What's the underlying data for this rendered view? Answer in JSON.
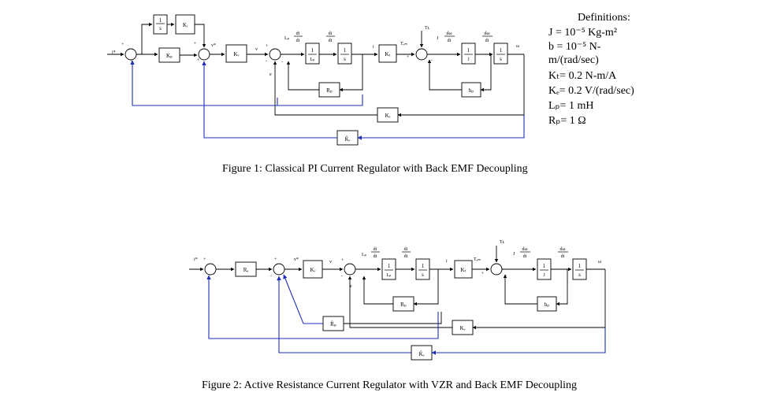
{
  "definitions": {
    "heading": "Definitions:",
    "items": [
      "J  = 10⁻⁵ Kg-m²",
      "b  = 10⁻⁵ N-",
      "m/(rad/sec)",
      "Kₜ=  0.2 N-m/A",
      "Kₑ=  0.2 V/(rad/sec)",
      "Lₚ=  1 mH",
      "Rₚ=  1 Ω"
    ]
  },
  "fig1": {
    "caption": "Figure 1:  Classical PI Current Regulator with Back EMF Decoupling",
    "signals": {
      "i_ref": "i*",
      "v_ref": "v*",
      "v": "v",
      "e": "e",
      "lp": "Lₚ",
      "i": "i",
      "tem": "Tₑₘ",
      "tl": "Tʟ",
      "j": "J",
      "omega": "ω"
    },
    "signs": {
      "plus": "+",
      "minus": "-"
    },
    "blocks": {
      "one": "1",
      "s": "s",
      "ki": "Kᵢ",
      "kp": "Kₚ",
      "kv": "Kᵥ",
      "di": "di",
      "dt": "dt",
      "domega": "dω",
      "lp": "Lₚ",
      "j": "J",
      "kt": "Kₜ",
      "rp": "Rₚ",
      "bp": "bₚ",
      "ke": "Kₑ",
      "ke_hat": "K̂ₑ"
    }
  },
  "fig2": {
    "caption": "Figure 2:  Active Resistance Current Regulator with VZR and Back EMF Decoupling",
    "signals": {
      "i_ref": "i*",
      "v_ref": "v*",
      "v": "v",
      "e": "e",
      "lp": "Lₚ",
      "i": "i",
      "tem": "Tₑₘ",
      "tl": "Tʟ",
      "j": "J",
      "omega": "ω"
    },
    "signs": {
      "plus": "+",
      "minus": "-"
    },
    "blocks": {
      "one": "1",
      "s": "s",
      "ra": "Rₐ",
      "kv": "Kᵥ",
      "di": "di",
      "dt": "dt",
      "domega": "dω",
      "lp": "Lₚ",
      "j": "J",
      "kt": "Kₜ",
      "rp": "Rₚ",
      "rp_hat": "R̂ₚ",
      "bp": "bₚ",
      "ke": "Kₑ",
      "ke_hat": "K̂ₑ"
    }
  },
  "colors": {
    "feedback_wire": "#1f2db8",
    "wire": "#000000",
    "background": "#ffffff"
  }
}
